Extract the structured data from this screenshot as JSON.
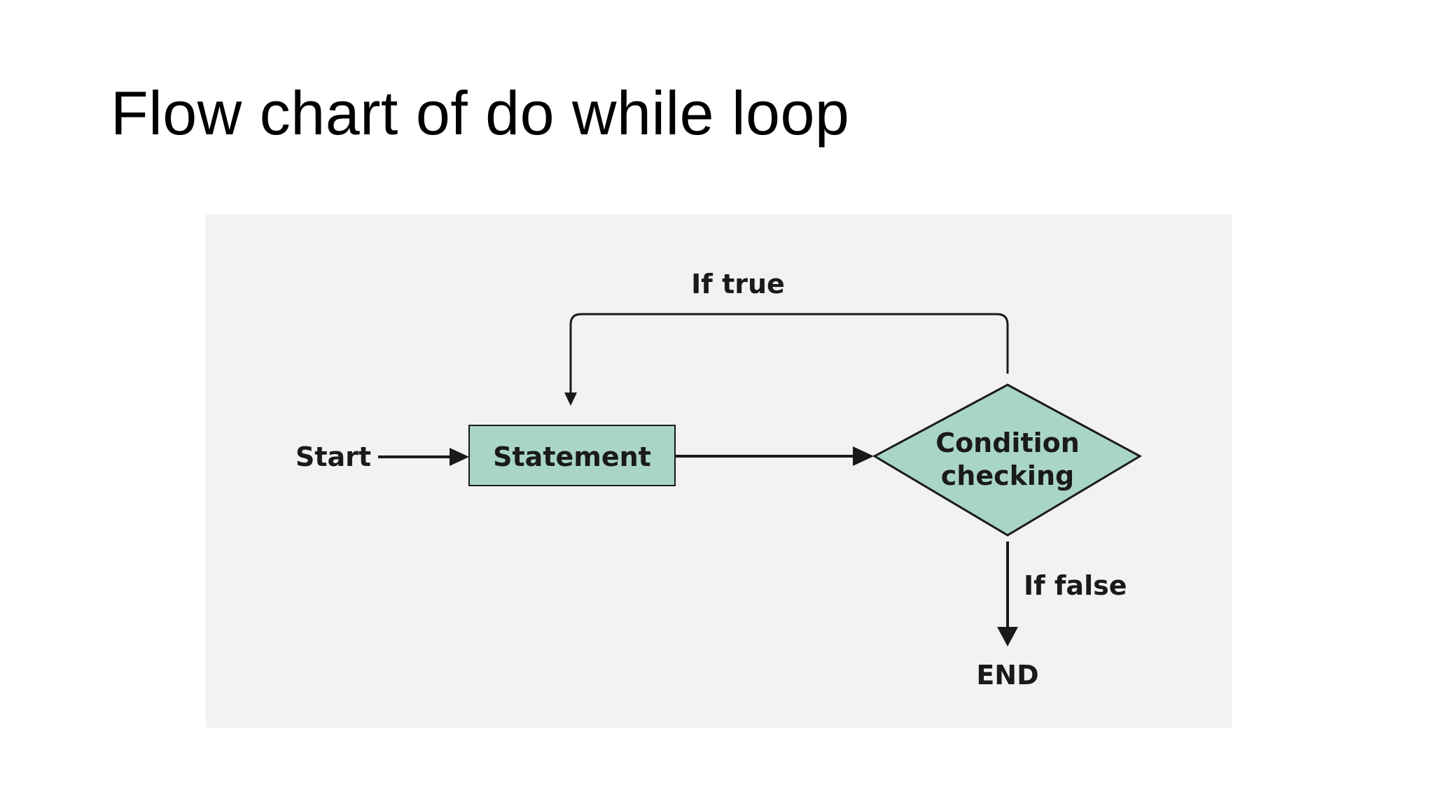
{
  "slide": {
    "title": "Flow chart of do while loop"
  },
  "diagram": {
    "start_label": "Start",
    "statement_label": "Statement",
    "condition_line1": "Condition",
    "condition_line2": "checking",
    "if_true_label": "If true",
    "if_false_label": "If false",
    "end_label": "END",
    "colors": {
      "node_fill": "#a9d5c5",
      "panel_bg": "#f2f2f2",
      "stroke": "#1a1a1a"
    }
  }
}
